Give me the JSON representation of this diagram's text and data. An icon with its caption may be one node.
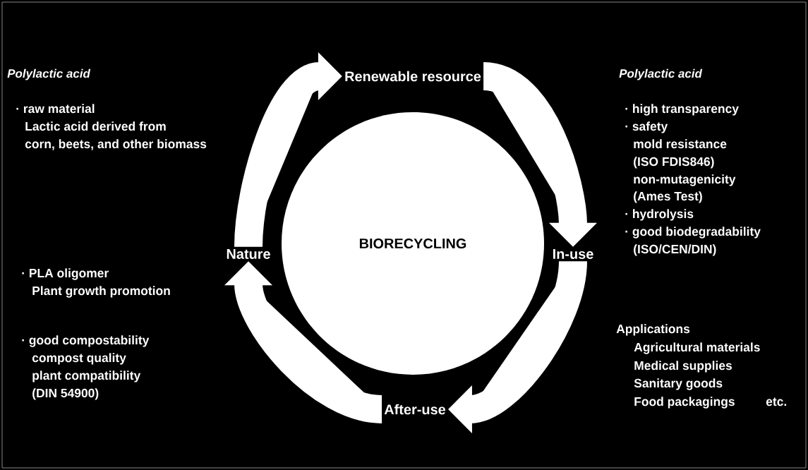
{
  "diagram": {
    "nodes": [
      {
        "text": [
          "Renewable resource"
        ]
      },
      {
        "text": [
          "In-use"
        ]
      },
      {
        "text": [
          "After-use"
        ]
      },
      {
        "text": [
          "Nature"
        ]
      },
      {
        "text": [
          "BIORECYCLING"
        ]
      }
    ],
    "edges": [
      {
        "from": 0,
        "to": 1,
        "arrow": "to"
      },
      {
        "from": 1,
        "to": 2,
        "arrow": "to"
      },
      {
        "from": 2,
        "to": 3,
        "arrow": "to"
      },
      {
        "from": 3,
        "to": 0,
        "arrow": "to"
      }
    ],
    "labels": [
      "Polylactic acid",
      "· raw material",
      "Lactic acid derived from",
      "corn, beets, and other biomass",
      "Polylactic acid",
      "· high transparency",
      "· safety",
      "mold resistance",
      "(ISO FDIS846)",
      "non-mutagenicity",
      "(Ames Test)",
      "· hydrolysis",
      "· good biodegradability",
      "(ISO/CEN/DIN)",
      "· PLA oligomer",
      "Plant growth promotion",
      "· good compostability",
      "compost quality",
      "plant compatibility",
      "(DIN 54900)",
      "Applications",
      "Agricultural materials",
      "Medical supplies",
      "Sanitary goods",
      "Food packagings",
      "etc."
    ]
  }
}
